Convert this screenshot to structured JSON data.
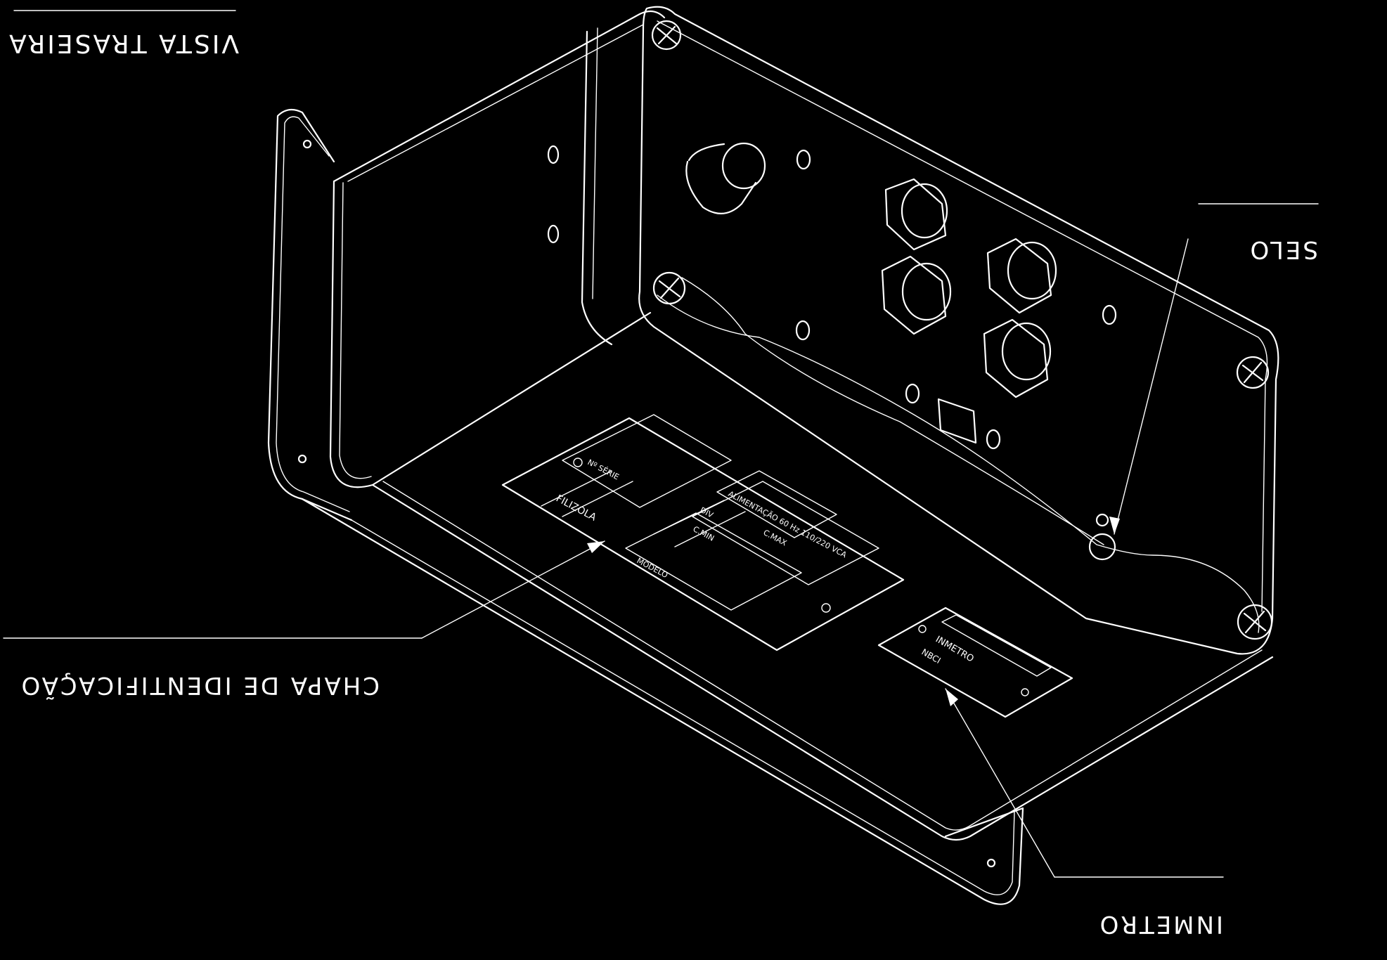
{
  "diagram": {
    "title": "VISTA TRASEIRA",
    "colors": {
      "background": "#000000",
      "line": "#ffffff"
    },
    "callouts": [
      {
        "id": "selo",
        "label": "SELO"
      },
      {
        "id": "chapa",
        "label": "CHAPA DE IDENTIFICAÇÃO"
      },
      {
        "id": "inmetro",
        "label": "INMETRO"
      }
    ],
    "id_plate": {
      "brand": "FILIZOLA",
      "fields": [
        "MODELO",
        "C.MAX",
        "C.MIN",
        "DIV",
        "Nº SÉRIE"
      ],
      "voltage": "ALIMENTAÇÃO 60 Hz 110/220 VCA"
    },
    "inmetro_plate": {
      "label": "INMETRO",
      "sub": "NBCI"
    }
  }
}
